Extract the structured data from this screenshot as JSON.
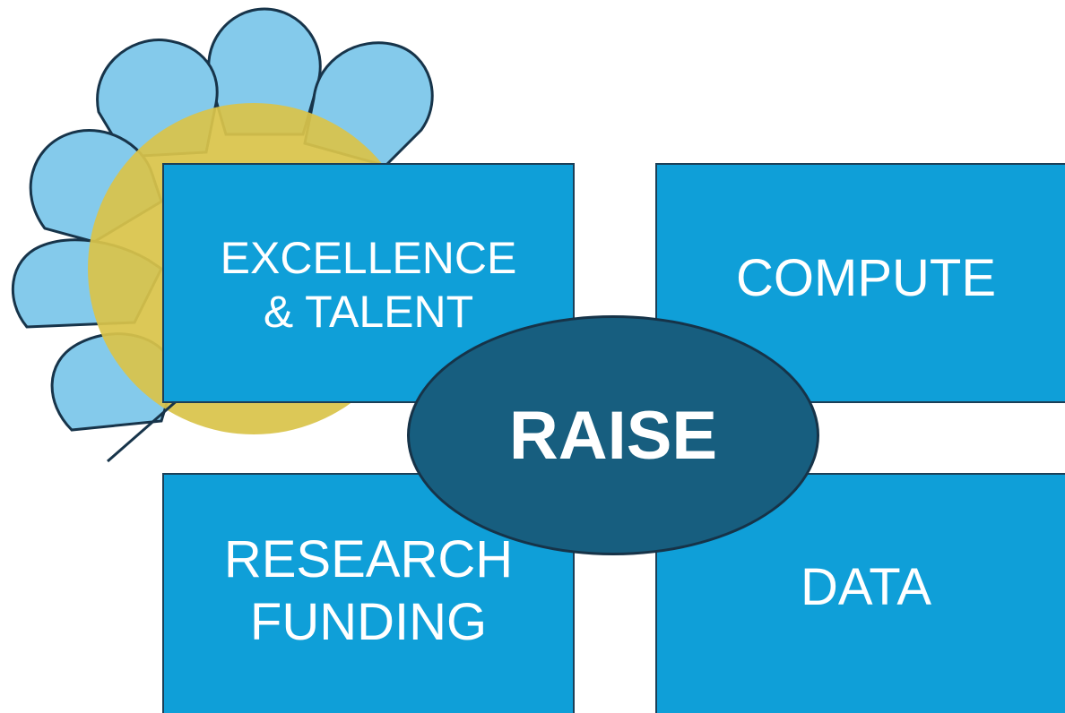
{
  "diagram": {
    "center_label": "RAISE",
    "boxes": [
      {
        "id": "excellence",
        "label": "EXCELLENCE\n& TALENT"
      },
      {
        "id": "compute",
        "label": "COMPUTE"
      },
      {
        "id": "research",
        "label": "RESEARCH\nFUNDING"
      },
      {
        "id": "data",
        "label": "DATA"
      }
    ]
  },
  "colors": {
    "box_fill": "#0f9fd8",
    "box_border": "#1b3f57",
    "center_fill": "#175e7f",
    "petal_fill": "#84caeb",
    "flower_center_fill": "#d9c44a",
    "text": "#ffffff"
  },
  "decorations": {
    "flower_icon": "flower-icon"
  }
}
